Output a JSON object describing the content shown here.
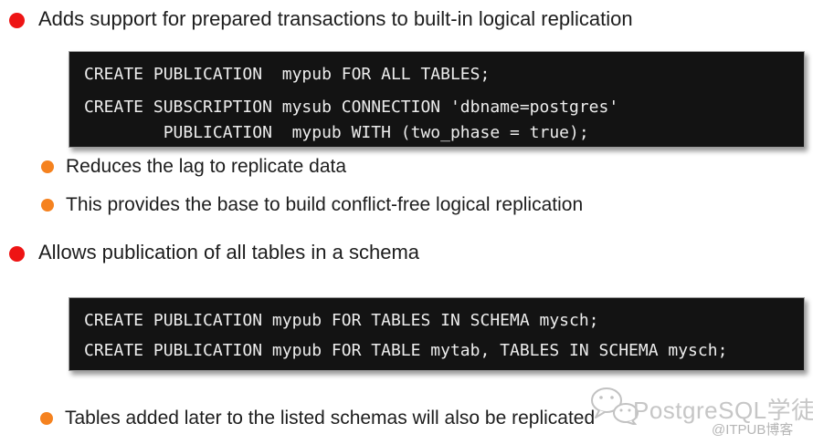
{
  "bullets": [
    {
      "level": 1,
      "text": "Adds support for prepared transactions to built-in logical replication"
    },
    {
      "level": 2,
      "text": "Reduces the lag to replicate data"
    },
    {
      "level": 2,
      "text": "This provides the base to build conflict-free logical replication"
    },
    {
      "level": 1,
      "text": "Allows publication of all tables in a schema"
    },
    {
      "level": 2,
      "text": "Tables added later to the listed schemas will also be replicated"
    }
  ],
  "code_blocks": [
    {
      "statements": [
        "CREATE PUBLICATION  mypub FOR ALL TABLES;",
        "CREATE SUBSCRIPTION mysub CONNECTION 'dbname=postgres'\n        PUBLICATION  mypub WITH (two_phase = true);"
      ]
    },
    {
      "statements": [
        "CREATE PUBLICATION mypub FOR TABLES IN SCHEMA mysch;",
        "CREATE PUBLICATION mypub FOR TABLE mytab, TABLES IN SCHEMA mysch;"
      ]
    }
  ],
  "watermark": {
    "icon": "wechat-icon",
    "brand": "PostgreSQL学徒",
    "site": "@ITPUB博客"
  },
  "colors": {
    "bullet_red": "#ee1414",
    "bullet_orange": "#f5821f",
    "text": "#1d1d1d",
    "code_background": "#131313",
    "code_text": "#ededed",
    "code_border": "#9b9b9b",
    "watermark": "#c6c6c6"
  }
}
